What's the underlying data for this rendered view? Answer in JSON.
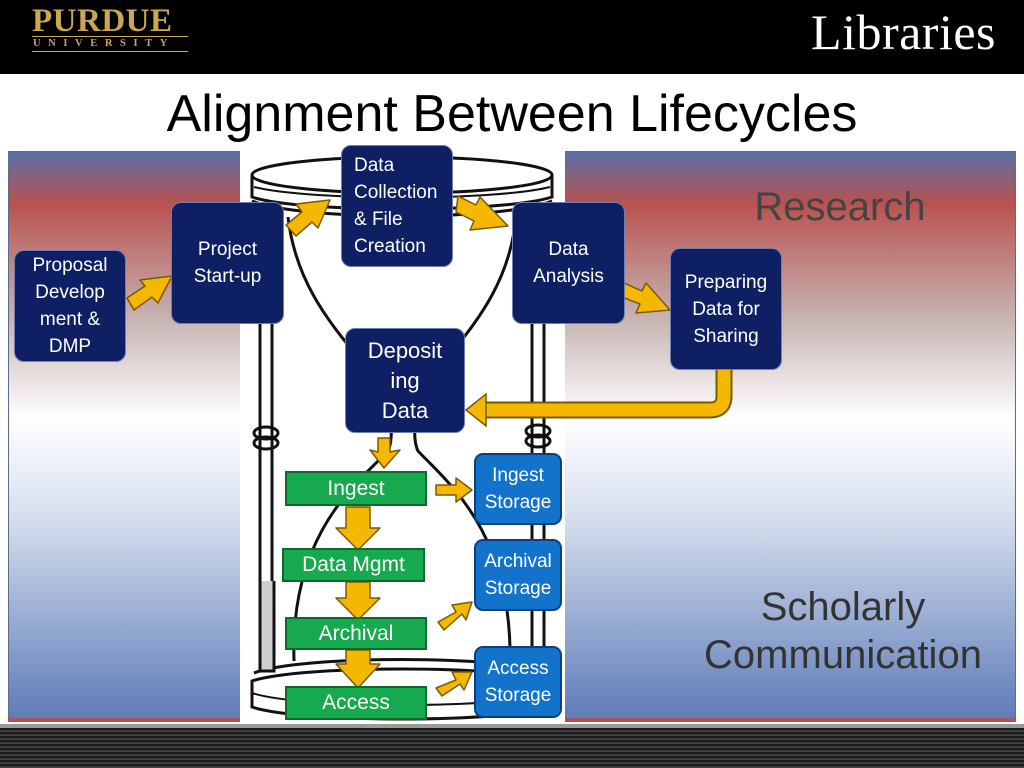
{
  "header": {
    "logo_name": "PURDUE",
    "logo_sub": "UNIVERSITY",
    "brand": "Libraries"
  },
  "title": "Alignment Between Lifecycles",
  "labels": {
    "research": "Research",
    "scholarly": "Scholarly\nCommunication"
  },
  "research_steps": {
    "proposal": "Proposal\nDevelop\nment &\nDMP",
    "startup": "Project\nStart-up",
    "collection": "Data\nCollection\n& File\nCreation",
    "analysis": "Data\nAnalysis",
    "preparing": "Preparing\nData for\nSharing",
    "depositing": "Deposit\ning\nData"
  },
  "curation_steps": {
    "ingest": "Ingest",
    "mgmt": "Data Mgmt",
    "archival": "Archival",
    "access": "Access"
  },
  "storage": {
    "ingest": "Ingest\nStorage",
    "archival": "Archival\nStorage",
    "access": "Access\nStorage"
  },
  "colors": {
    "navy_box": "#0e1f63",
    "green_box": "#16a94e",
    "blue_box": "#1372c9",
    "arrow": "#f5b800",
    "purdue_gold": "#c9a755"
  }
}
